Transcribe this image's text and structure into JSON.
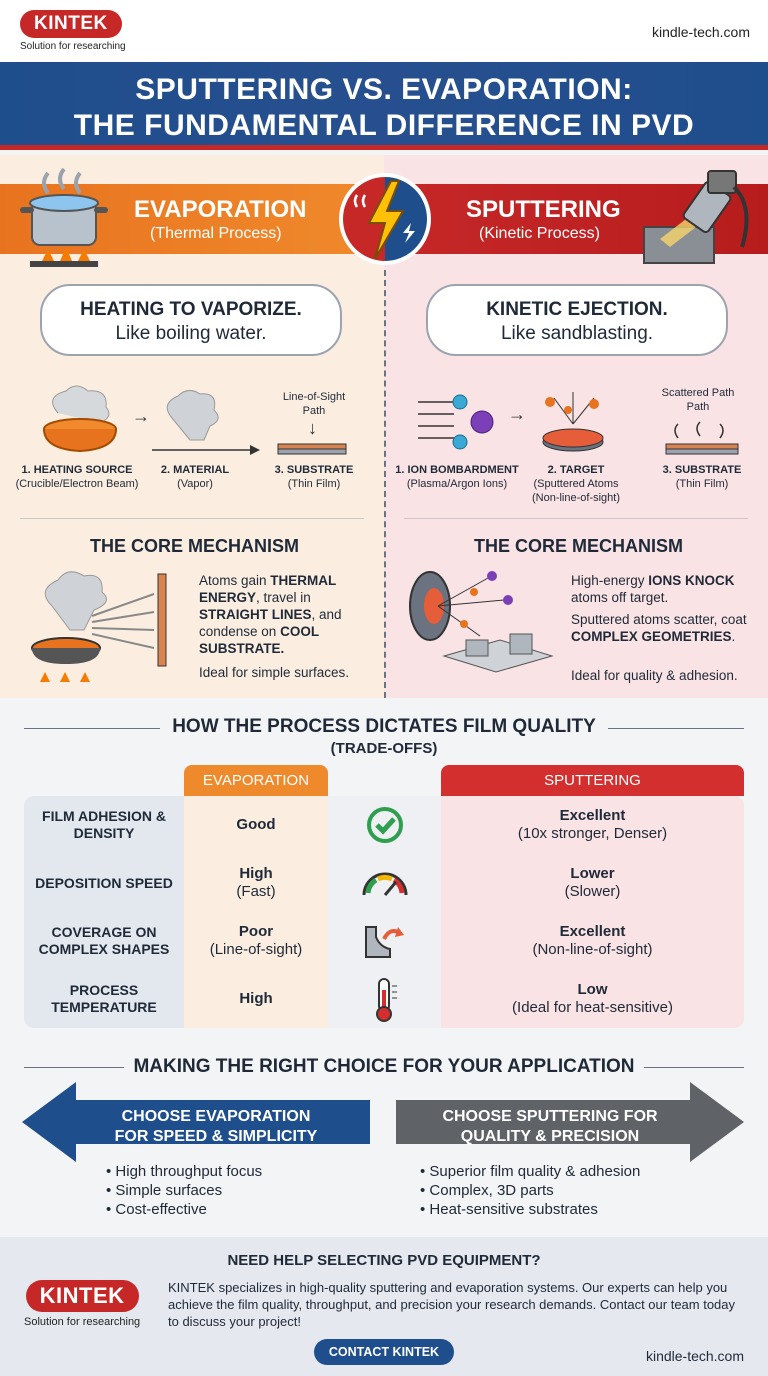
{
  "header": {
    "logo": "KINTEK",
    "logo_tagline": "Solution for researching",
    "site": "kindle-tech.com"
  },
  "title": {
    "line1": "SPUTTERING VS. EVAPORATION:",
    "line2": "THE FUNDAMENTAL DIFFERENCE IN PVD"
  },
  "evaporation": {
    "title": "EVAPORATION",
    "subtitle": "(Thermal Process)",
    "bubble_line1": "HEATING TO VAPORIZE.",
    "bubble_line2": "Like boiling water.",
    "path_label": "Line-of-Sight Path",
    "steps": [
      {
        "title": "1. HEATING SOURCE",
        "desc": "(Crucible/Electron Beam)"
      },
      {
        "title": "2. MATERIAL",
        "desc": "(Vapor)"
      },
      {
        "title": "3. SUBSTRATE",
        "desc": "(Thin Film)"
      }
    ],
    "mechanism_title": "THE CORE MECHANISM",
    "mech_t1": "Atoms gain ",
    "mech_b1": "THERMAL ENERGY",
    "mech_t2": ", travel in ",
    "mech_b2": "STRAIGHT LINES",
    "mech_t3": ", and condense on ",
    "mech_b3": "COOL SUBSTRATE.",
    "mech_note": "Ideal for simple surfaces."
  },
  "sputtering": {
    "title": "SPUTTERING",
    "subtitle": "(Kinetic Process)",
    "bubble_line1": "KINETIC EJECTION.",
    "bubble_line2": "Like sandblasting.",
    "path_label": "Scattered Path Path",
    "steps": [
      {
        "title": "1. ION BOMBARDMENT",
        "desc": "(Plasma/Argon Ions)"
      },
      {
        "title": "2. TARGET",
        "desc": "(Sputtered Atoms (Non-line-of-sight)"
      },
      {
        "title": "3. SUBSTRATE",
        "desc": "(Thin Film)"
      }
    ],
    "mechanism_title": "THE CORE MECHANISM",
    "mech_t1": "High-energy ",
    "mech_b1": "IONS KNOCK",
    "mech_t2": " atoms off target.",
    "mech_t3": "Sputtered atoms scatter, coat ",
    "mech_b2": "COMPLEX GEOMETRIES",
    "mech_t4": ".",
    "mech_note": "Ideal for quality & adhesion."
  },
  "quality": {
    "title": "HOW THE PROCESS DICTATES FILM QUALITY",
    "subtitle": "(TRADE-OFFS)",
    "col_evap": "EVAPORATION",
    "col_sput": "SPUTTERING",
    "rows": [
      {
        "label": "FILM ADHESION & DENSITY",
        "evap": "Good",
        "evap_sub": "",
        "sput": "Excellent",
        "sput_sub": "(10x stronger, Denser)",
        "icon": "check-icon"
      },
      {
        "label": "DEPOSITION SPEED",
        "evap": "High",
        "evap_sub": "(Fast)",
        "sput": "Lower",
        "sput_sub": "(Slower)",
        "icon": "speedometer-icon"
      },
      {
        "label": "COVERAGE ON COMPLEX SHAPES",
        "evap": "Poor",
        "evap_sub": "(Line-of-sight)",
        "sput": "Excellent",
        "sput_sub": "(Non-line-of-sight)",
        "icon": "complex-shape-icon"
      },
      {
        "label": "PROCESS TEMPERATURE",
        "evap": "High",
        "evap_sub": "",
        "sput": "Low",
        "sput_sub": "(Ideal for heat-sensitive)",
        "icon": "thermometer-icon"
      }
    ]
  },
  "choice": {
    "title": "MAKING THE RIGHT CHOICE FOR YOUR APPLICATION",
    "evap_title_1": "CHOOSE EVAPORATION",
    "evap_title_2": "FOR SPEED & SIMPLICITY",
    "evap_points": [
      "High throughput focus",
      "Simple surfaces",
      "Cost-effective"
    ],
    "sput_title_1": "CHOOSE SPUTTERING FOR",
    "sput_title_2": "QUALITY & PRECISION",
    "sput_points": [
      "Superior film quality & adhesion",
      "Complex, 3D parts",
      "Heat-sensitive substrates"
    ]
  },
  "footer": {
    "title": "NEED HELP SELECTING PVD EQUIPMENT?",
    "logo": "KINTEK",
    "logo_tagline": "Solution for researching",
    "text": "KINTEK specializes in high-quality sputtering and evaporation systems. Our experts can help you achieve the film quality, throughput, and precision your research demands. Contact our team today to discuss your project!",
    "cta": "CONTACT KINTEK",
    "site": "kindle-tech.com"
  },
  "colors": {
    "evap_orange": "#e8731f",
    "sput_red": "#c62828",
    "navy": "#1f4e8c",
    "gray_arrow": "#5f6368"
  }
}
